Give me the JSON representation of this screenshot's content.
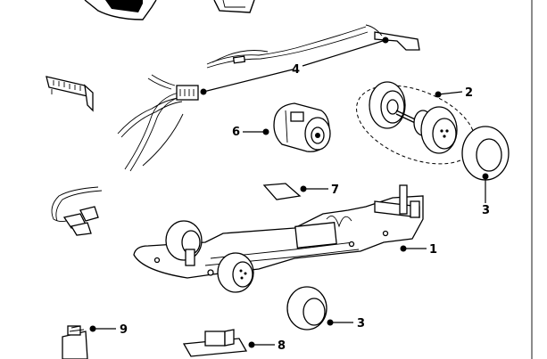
{
  "labels": {
    "chassis": "1",
    "rear_axle_assembly": "2",
    "rear_tyre": "3",
    "front_tyre": "3",
    "cables": "4",
    "motor": "6",
    "magnet": "7",
    "guide_plate": "8",
    "guide": "9"
  },
  "colors": {
    "line": "#000000",
    "background": "#ffffff"
  }
}
